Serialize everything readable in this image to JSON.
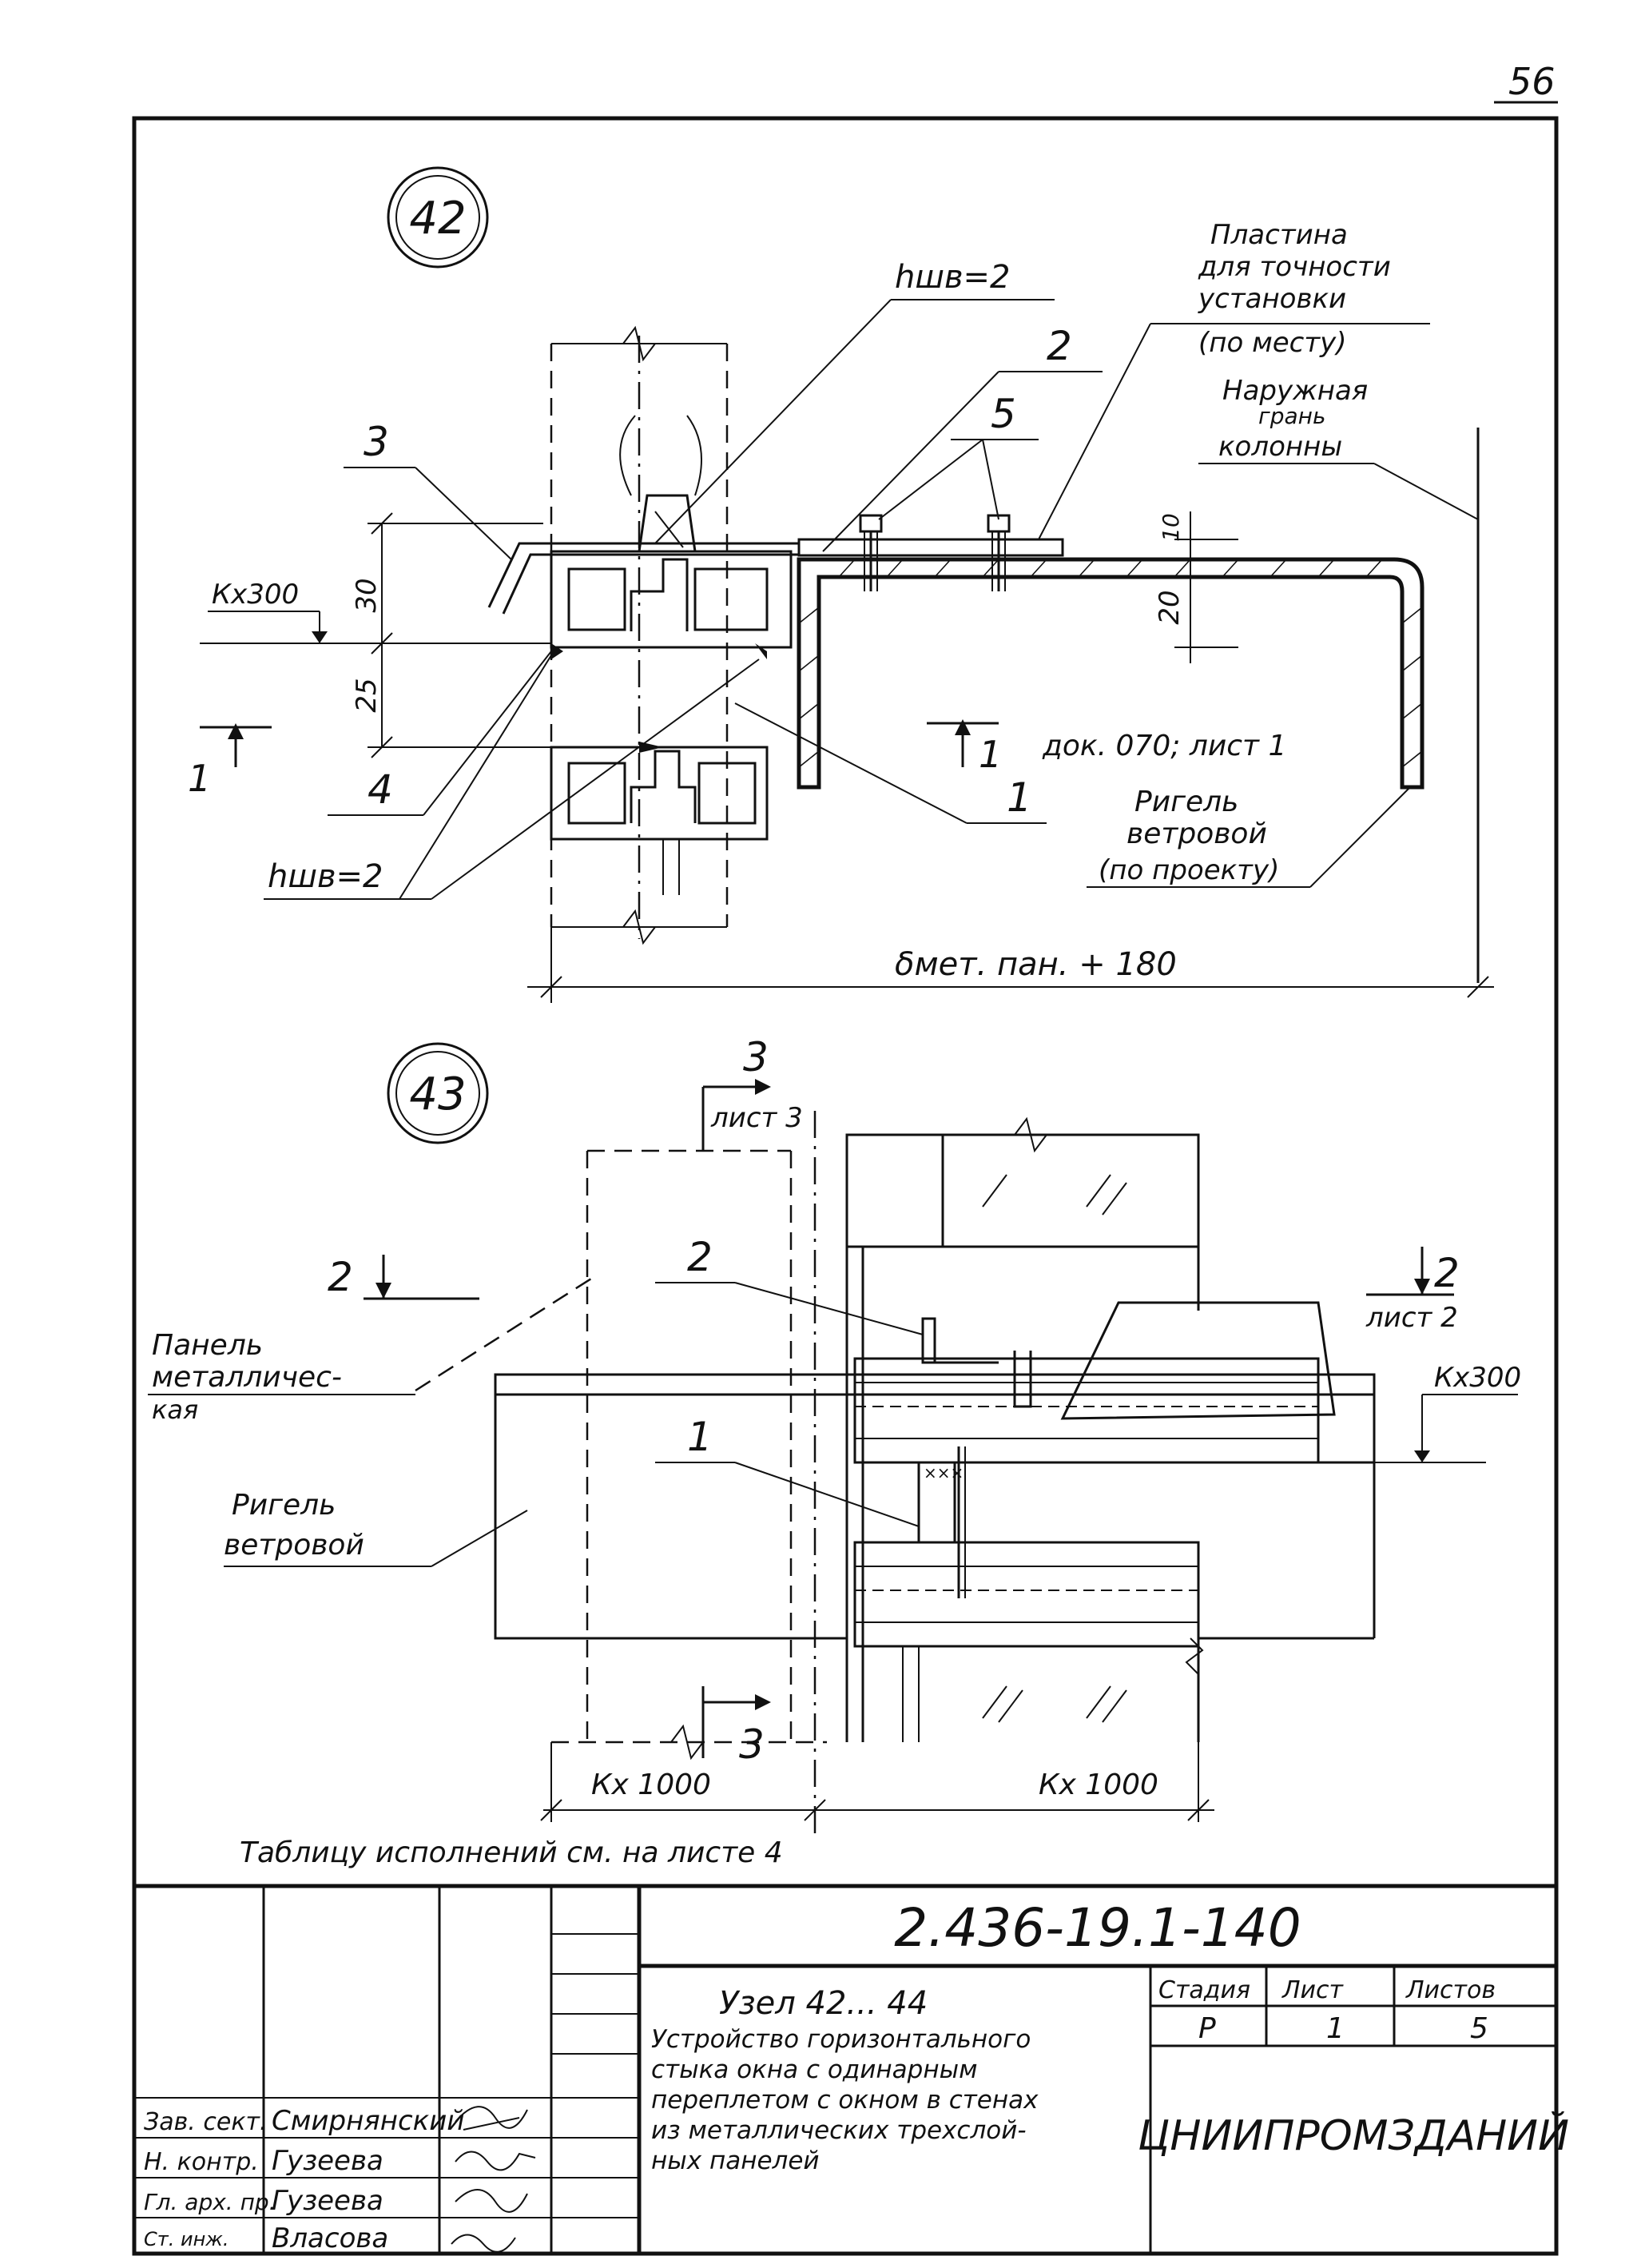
{
  "page_number": "56",
  "node42": {
    "number": "42",
    "label_weld_top": "hшв=2",
    "label_2": "2",
    "label_3": "3",
    "label_5": "5",
    "label_plate_1": "Пластина",
    "label_plate_2": "для точности",
    "label_plate_3": "установки",
    "label_plate_4": "(по месту)",
    "label_face_1": "Наружная",
    "label_face_2": "грань",
    "label_face_3": "колонны",
    "dim_10": "10",
    "dim_20": "20",
    "dim_30": "30",
    "dim_25": "25",
    "label_kx300": "Кх300",
    "label_section1_left": "1",
    "label_section1_right": "1",
    "label_doc": "док. 070; лист 1",
    "label_4": "4",
    "label_1": "1",
    "label_weld_bottom": "hшв=2",
    "label_rigel_1": "Ригель",
    "label_rigel_2": "ветровой",
    "label_rigel_3": "(по проекту)",
    "dim_bottom": "δмет. пан. + 180"
  },
  "node43": {
    "number": "43",
    "sec3_top_num": "3",
    "sec3_top_sheet": "лист 3",
    "label_2_left": "2",
    "label_2_center": "2",
    "label_2_right": "2",
    "label_2_right_sheet": "лист 2",
    "label_panel_1": "Панель",
    "label_panel_2": "металличес-",
    "label_panel_3": "кая",
    "label_kx300": "Кх300",
    "label_1": "1",
    "label_rigel_1": "Ригель",
    "label_rigel_2": "ветровой",
    "sec3_bottom_num": "3",
    "dim_left": "Кх 1000",
    "dim_right": "Кх 1000"
  },
  "table_note": "Таблицу исполнений см. на листе 4",
  "title_block": {
    "doc_code": "2.436-19.1-140",
    "node_title": "Узел 42... 44",
    "desc_line1": "Устройство горизонтального",
    "desc_line2": "стыка окна с одинарным",
    "desc_line3": "переплетом с окном в стенах",
    "desc_line4": "из металлических трехслой-",
    "desc_line5": "ных панелей",
    "col_stage": "Стадия",
    "col_sheet": "Лист",
    "col_sheets": "Листов",
    "val_stage": "Р",
    "val_sheet": "1",
    "val_sheets": "5",
    "organization": "ЦНИИПРОМЗДАНИЙ",
    "roles": [
      {
        "role": "Зав. сект.",
        "name": "Смирнянский"
      },
      {
        "role": "Н. контр.",
        "name": "Гузеева"
      },
      {
        "role": "Гл. арх. пр.",
        "name": "Гузеева"
      },
      {
        "role": "Ст. инж.",
        "name": "Власова"
      }
    ]
  }
}
